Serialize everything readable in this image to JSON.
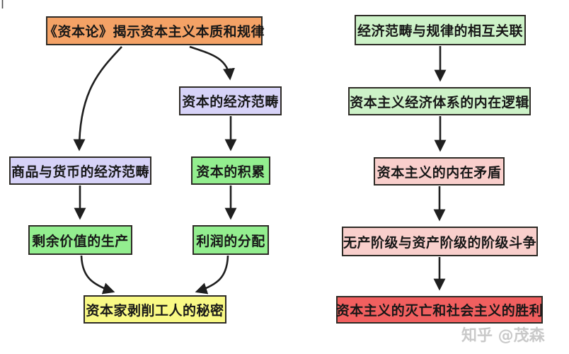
{
  "diagram": {
    "topic": "《资本论》flowchart",
    "border_color": "#2E2B26",
    "arrow_color": "#1F1F1F",
    "background_color": "#FFFFFF"
  },
  "nodes": {
    "kapital": {
      "label": "《资本论》揭示资本主义本质和规律",
      "color": "#F4A266"
    },
    "capital_categories": {
      "label": "资本的经济范畴",
      "color": "#D7D3F8"
    },
    "commodity_money": {
      "label": "商品与货币的经济范畴",
      "color": "#D7D3F8"
    },
    "capital_accumulation": {
      "label": "资本的积累",
      "color": "#93EE8F"
    },
    "surplus_value": {
      "label": "剩余价值的生产",
      "color": "#93EE8F"
    },
    "profit_distribution": {
      "label": "利润的分配",
      "color": "#93EE8F"
    },
    "exploitation_secret": {
      "label": "资本家剥削工人的秘密",
      "color": "#F9F985"
    },
    "interrelation": {
      "label": "经济范畴与规律的相互关联",
      "color": "#CDF2C8"
    },
    "internal_logic": {
      "label": "资本主义经济体系的内在逻辑",
      "color": "#CDF2C8"
    },
    "internal_contradiction": {
      "label": "资本主义的内在矛盾",
      "color": "#F9CFCC"
    },
    "class_struggle": {
      "label": "无产阶级与资产阶级的阶级斗争",
      "color": "#F9CFCC"
    },
    "capitalism_demise": {
      "label": "资本主义的灭亡和社会主义的胜利",
      "color": "#F15F5F"
    }
  },
  "edges": [
    {
      "from": "kapital",
      "to": "commodity_money"
    },
    {
      "from": "kapital",
      "to": "capital_categories"
    },
    {
      "from": "capital_categories",
      "to": "capital_accumulation"
    },
    {
      "from": "commodity_money",
      "to": "surplus_value"
    },
    {
      "from": "capital_accumulation",
      "to": "profit_distribution"
    },
    {
      "from": "surplus_value",
      "to": "exploitation_secret"
    },
    {
      "from": "profit_distribution",
      "to": "exploitation_secret"
    },
    {
      "from": "interrelation",
      "to": "internal_logic"
    },
    {
      "from": "internal_logic",
      "to": "internal_contradiction"
    },
    {
      "from": "internal_contradiction",
      "to": "class_struggle"
    },
    {
      "from": "class_struggle",
      "to": "capitalism_demise"
    }
  ],
  "watermark": {
    "text": "知乎 @茂森",
    "color": "#C9C9C9"
  }
}
